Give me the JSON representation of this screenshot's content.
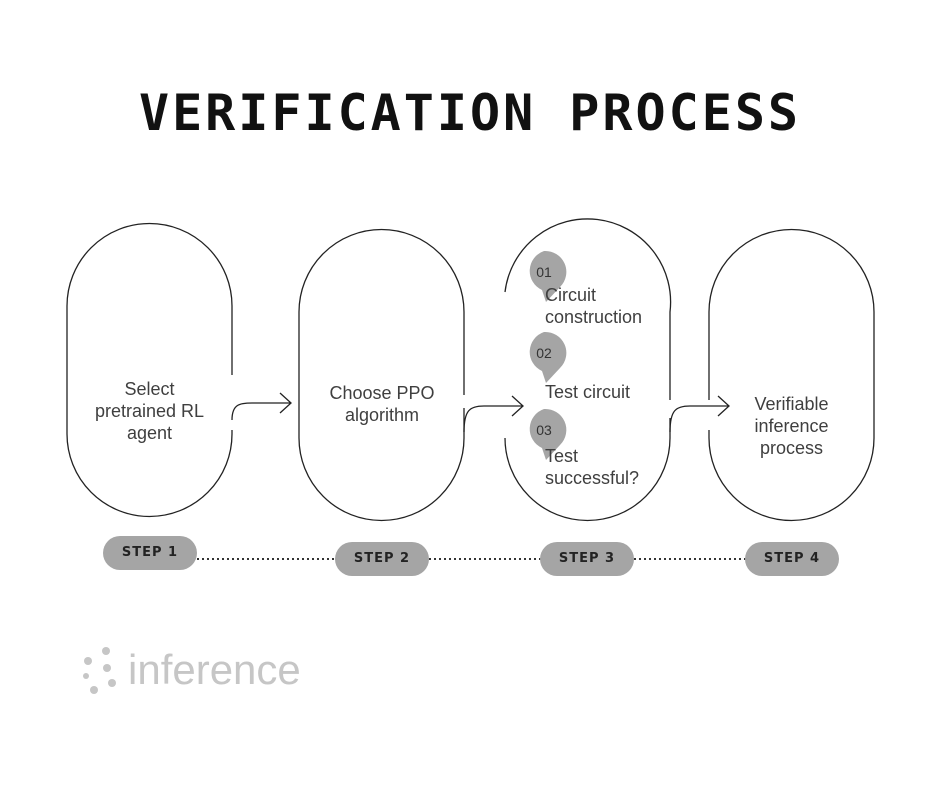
{
  "title": "VERIFICATION PROCESS",
  "stages": [
    {
      "text": "Select pretrained RL agent",
      "step_label": "STEP 1"
    },
    {
      "text": "Choose PPO algorithm",
      "step_label": "STEP 2"
    },
    {
      "text": "",
      "step_label": "STEP 3"
    },
    {
      "text": "Verifiable inference process",
      "step_label": "STEP 4"
    }
  ],
  "substeps": [
    {
      "num": "01",
      "label": "Circuit construction"
    },
    {
      "num": "02",
      "label": "Test circuit"
    },
    {
      "num": "03",
      "label": "Test successful?"
    }
  ],
  "logo": {
    "text": "inference"
  },
  "colors": {
    "badge": "#a5a5a5",
    "outline": "#222222",
    "text": "#3f3f3f",
    "logo": "#c6c6c6"
  }
}
